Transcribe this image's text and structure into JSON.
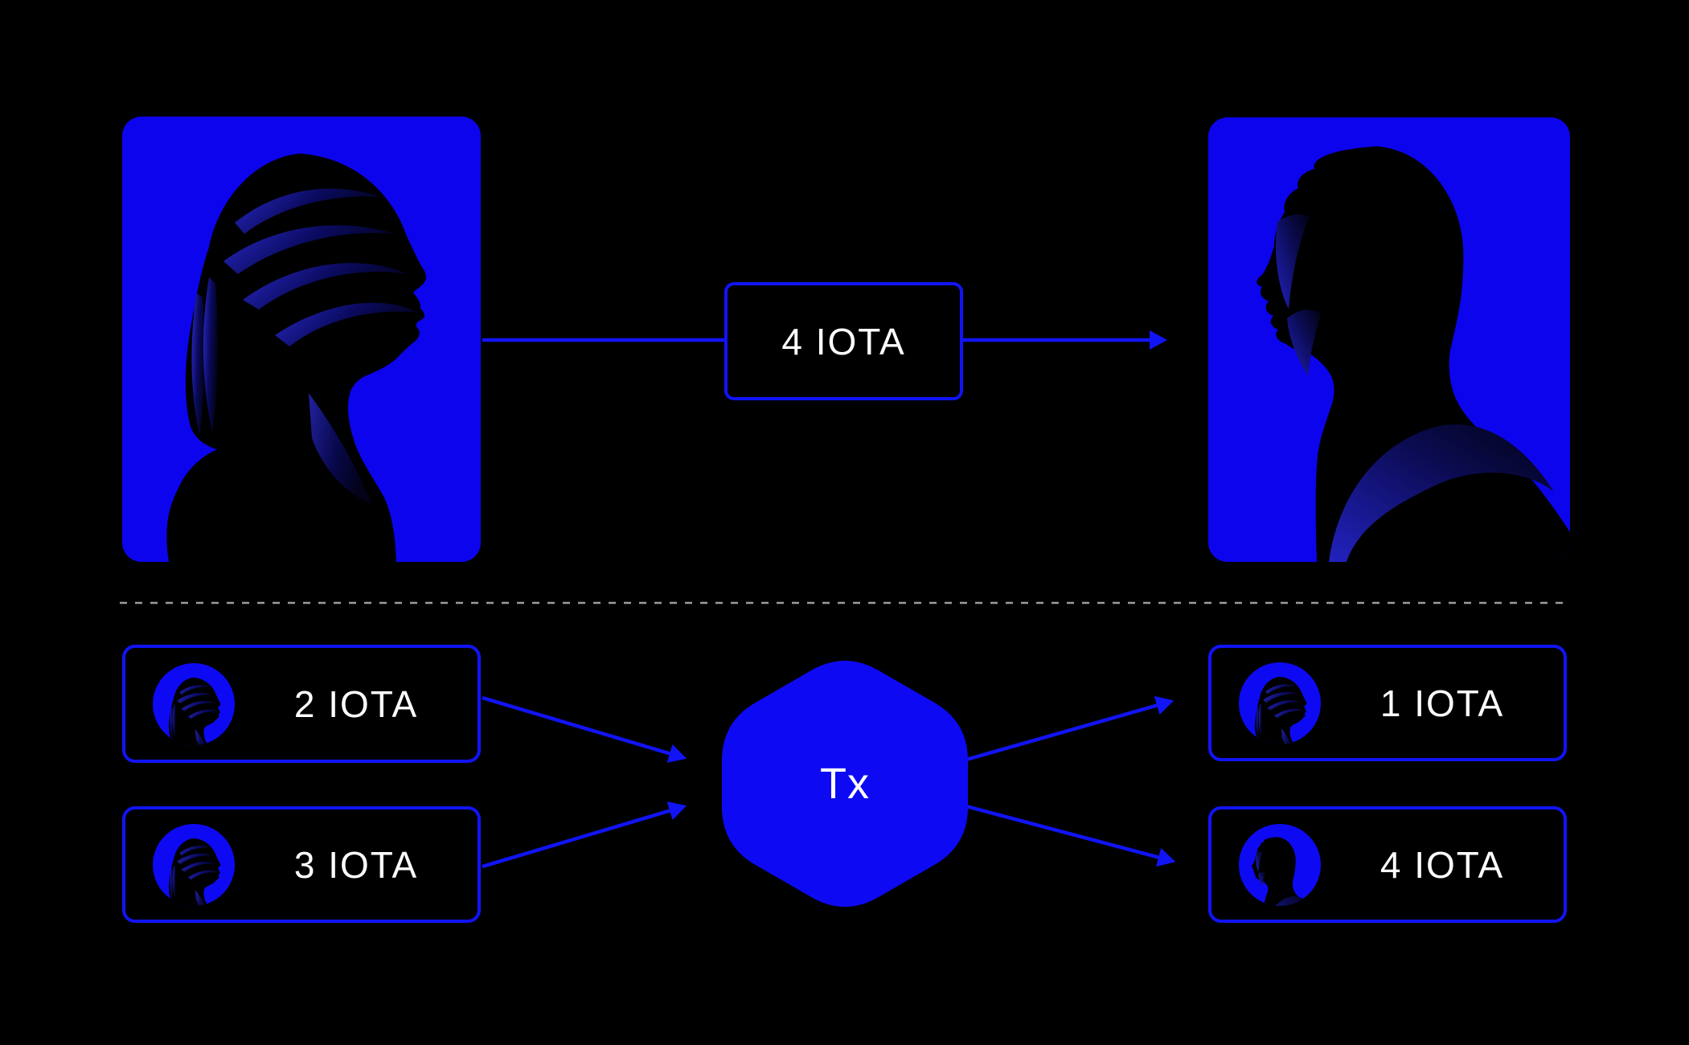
{
  "colors": {
    "background": "#000000",
    "accent_blue": "#1114f5",
    "portrait_bg": "#0d04ee",
    "node_blue": "#0d0af3",
    "avatar_bg": "#0d0af3",
    "text_white": "#ffffff",
    "divider_gray": "#9c9c9c",
    "hair_highlight": "#2a2ac8"
  },
  "top_section": {
    "sender_portrait_icon": "woman-silhouette",
    "receiver_portrait_icon": "man-silhouette",
    "transfer_box": {
      "label": "4 IOTA"
    }
  },
  "bottom_section": {
    "inputs": [
      {
        "label": "2 IOTA",
        "avatar_icon": "woman-avatar"
      },
      {
        "label": "3 IOTA",
        "avatar_icon": "woman-avatar"
      }
    ],
    "transaction_node": {
      "label": "Tx",
      "shape": "hexagon"
    },
    "outputs": [
      {
        "label": "1 IOTA",
        "avatar_icon": "woman-avatar"
      },
      {
        "label": "4 IOTA",
        "avatar_icon": "man-avatar"
      }
    ]
  }
}
